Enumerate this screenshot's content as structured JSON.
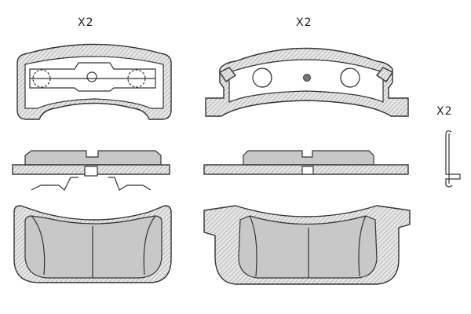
{
  "labels": {
    "qty_front_pad": "X2",
    "qty_rear_pad": "X2",
    "qty_clip": "X2"
  },
  "colors": {
    "outline": "#333333",
    "friction_material": "#c8c8c8",
    "hatch": "#888888"
  }
}
